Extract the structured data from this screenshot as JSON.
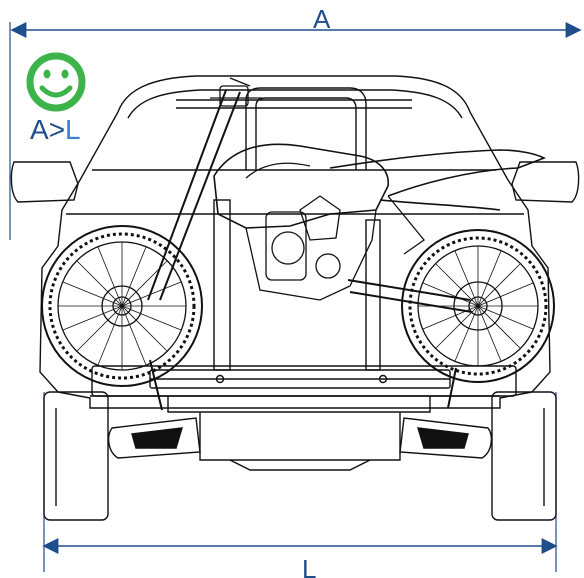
{
  "dimensions": {
    "width_label": "A",
    "length_label": "L",
    "rule": {
      "left": "A",
      "op": ">",
      "right": "L"
    }
  },
  "status": {
    "icon": "smiley-face-icon",
    "meaning": "fits"
  },
  "colors": {
    "dimension": "#1f4e8c",
    "accent": "#3a7fd0",
    "smiley": "#3cb44a",
    "drawing": "#111111"
  }
}
